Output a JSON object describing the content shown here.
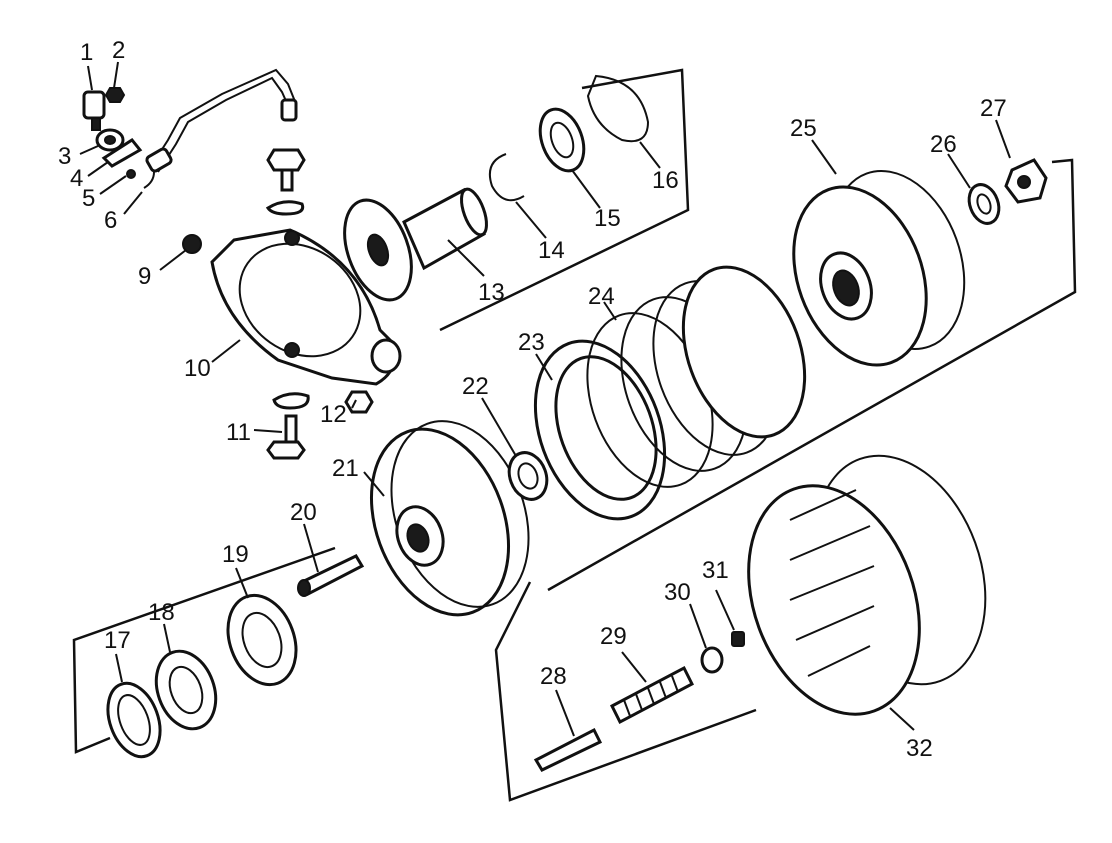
{
  "figure": {
    "type": "exploded-parts-diagram",
    "callouts": [
      {
        "id": "1",
        "label": "1"
      },
      {
        "id": "2",
        "label": "2"
      },
      {
        "id": "3",
        "label": "3"
      },
      {
        "id": "4",
        "label": "4"
      },
      {
        "id": "5",
        "label": "5"
      },
      {
        "id": "6",
        "label": "6"
      },
      {
        "id": "9",
        "label": "9"
      },
      {
        "id": "10",
        "label": "10"
      },
      {
        "id": "11",
        "label": "11"
      },
      {
        "id": "12",
        "label": "12"
      },
      {
        "id": "13",
        "label": "13"
      },
      {
        "id": "14",
        "label": "14"
      },
      {
        "id": "15",
        "label": "15"
      },
      {
        "id": "16",
        "label": "16"
      },
      {
        "id": "17",
        "label": "17"
      },
      {
        "id": "18",
        "label": "18"
      },
      {
        "id": "19",
        "label": "19"
      },
      {
        "id": "20",
        "label": "20"
      },
      {
        "id": "21",
        "label": "21"
      },
      {
        "id": "22",
        "label": "22"
      },
      {
        "id": "23",
        "label": "23"
      },
      {
        "id": "24",
        "label": "24"
      },
      {
        "id": "25",
        "label": "25"
      },
      {
        "id": "26",
        "label": "26"
      },
      {
        "id": "27",
        "label": "27"
      },
      {
        "id": "28",
        "label": "28"
      },
      {
        "id": "29",
        "label": "29"
      },
      {
        "id": "30",
        "label": "30"
      },
      {
        "id": "31",
        "label": "31"
      },
      {
        "id": "32",
        "label": "32"
      }
    ]
  }
}
